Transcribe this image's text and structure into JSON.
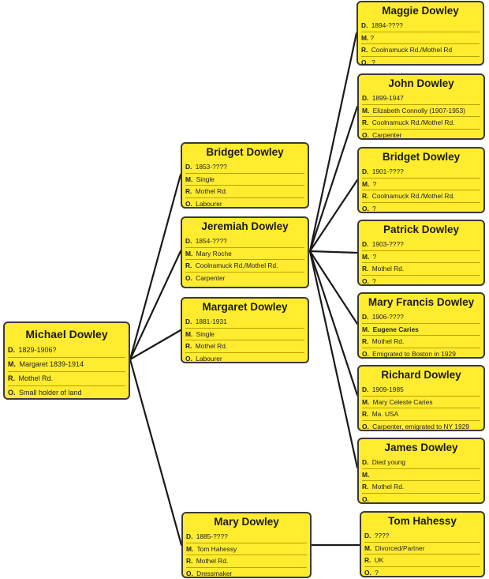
{
  "people": {
    "michael": {
      "name": "Michael Dowley",
      "d": "1829-1906?",
      "m": "Margaret 1839-1914",
      "r": "Mothel Rd.",
      "o": "Small holder of land"
    },
    "bridget1": {
      "name": "Bridget Dowley",
      "d": "1853-????",
      "m": "Single",
      "r": "Mothel Rd.",
      "o": "Labourer"
    },
    "jeremiah": {
      "name": "Jeremiah Dowley",
      "d": "1854-????",
      "m": "Mary Roche",
      "r": "Coolnamuck Rd./Mothel Rd.",
      "o": "Carpenter"
    },
    "margaret": {
      "name": "Margaret Dowley",
      "d": "1881-1931",
      "m": "Single",
      "r": "Mothel Rd.",
      "o": "Labourer"
    },
    "mary": {
      "name": "Mary Dowley",
      "d": "1885-????",
      "m": "Tom Hahessy",
      "r": "Mothel Rd.",
      "o": "Dressmaker"
    },
    "maggie": {
      "name": "Maggie Dowley",
      "d": "1894-????",
      "m": "?",
      "r": "Coolnamuck Rd./Mothel Rd",
      "o": "?"
    },
    "john": {
      "name": "John Dowley",
      "d": "1899-1947",
      "m": "Elizabeth Connolly (1907-1953)",
      "r": "Coolnamuck Rd./Mothel Rd.",
      "o": "Carpenter"
    },
    "bridget2": {
      "name": "Bridget Dowley",
      "d": "1901-????",
      "m": "?",
      "r": "Coolnamuck Rd./Mothel Rd.",
      "o": "?"
    },
    "patrick": {
      "name": "Patrick Dowley",
      "d": "1903-????",
      "m": "?",
      "r": "Mothel Rd.",
      "o": "?"
    },
    "maryf": {
      "name": "Mary Francis Dowley",
      "d": "1906-????",
      "m": "Eugene Caries",
      "r": "Mothel Rd.",
      "o": "Emigrated to Boston in 1929"
    },
    "richard": {
      "name": "Richard Dowley",
      "d": "1909-1985",
      "m": "Mary Celeste Caries",
      "r": "Ma. USA",
      "o": "Carpenter,  emigrated  to NY 1929"
    },
    "james": {
      "name": "James Dowley",
      "d": "Died young",
      "m": "",
      "r": "Mothel Rd.",
      "o": ""
    },
    "tom": {
      "name": "Tom Hahessy",
      "d": "????",
      "m": "Divorced/Partner",
      "r": "UK",
      "o": "?"
    }
  },
  "field_labels": {
    "d": "D.",
    "m": "M.",
    "r": "R.",
    "o": "O."
  }
}
